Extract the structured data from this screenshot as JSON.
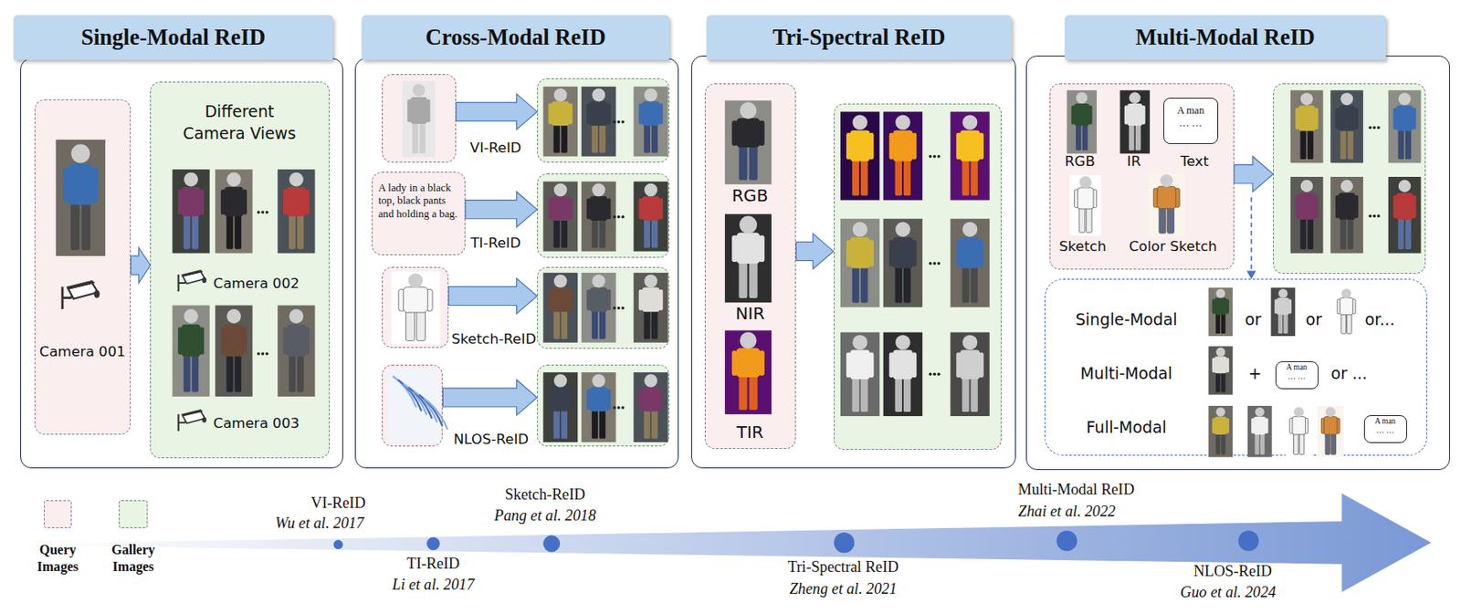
{
  "diagram": {
    "nodes": [
      {
        "text": [
          "Single-Modal ReID"
        ]
      },
      {
        "text": [
          "Camera 001"
        ],
        "in": 0
      },
      {
        "text": [
          "Different Camera Views",
          "Camera 002",
          "Camera 003"
        ],
        "in": 0
      },
      {
        "text": [
          "Cross-Modal ReID"
        ]
      },
      {
        "text": [],
        "in": 3
      },
      {
        "text": [],
        "in": 3
      },
      {
        "text": [
          "A lady in a black top, black pants and holding a bag."
        ],
        "in": 3
      },
      {
        "text": [],
        "in": 3
      },
      {
        "text": [],
        "in": 3
      },
      {
        "text": [],
        "in": 3
      },
      {
        "text": [],
        "in": 3
      },
      {
        "text": [],
        "in": 3
      },
      {
        "text": [
          "Tri-Spectral ReID"
        ]
      },
      {
        "text": [
          "RGB",
          "NIR",
          "TIR"
        ],
        "in": 12
      },
      {
        "text": [],
        "in": 12
      },
      {
        "text": [
          "Multi-Modal ReID"
        ]
      },
      {
        "text": [
          "RGB",
          "IR",
          "Text",
          "Sketch",
          "Color Sketch"
        ],
        "in": 15
      },
      {
        "text": [
          "A man … …"
        ],
        "in": 16
      },
      {
        "text": [],
        "in": 15
      },
      {
        "text": [
          "Single-Modal",
          "or",
          "or",
          "or...",
          "Multi-Modal",
          "+",
          "or ...",
          "Full-Modal"
        ],
        "in": 15
      },
      {
        "text": [
          "A man … …"
        ],
        "in": 19
      },
      {
        "text": [
          "A man … …"
        ],
        "in": 19
      }
    ],
    "edges": [
      {
        "from": 1,
        "to": 2,
        "arrow": "to"
      },
      {
        "from": 4,
        "to": 5,
        "label": "VI-ReID",
        "arrow": "to"
      },
      {
        "from": 6,
        "to": 7,
        "label": "TI-ReID",
        "arrow": "to"
      },
      {
        "from": 8,
        "to": 9,
        "label": "Sketch-ReID",
        "arrow": "to"
      },
      {
        "from": 10,
        "to": 11,
        "label": "NLOS-ReID",
        "arrow": "to"
      },
      {
        "from": 13,
        "to": 14,
        "arrow": "to"
      },
      {
        "from": 16,
        "to": 18,
        "arrow": "to"
      }
    ],
    "labels": [
      "VI-ReID",
      "Wu et al. 2017",
      "TI-ReID",
      "Li et al. 2017",
      "Sketch-ReID",
      "Pang et al. 2018",
      "Tri-Spectral ReID",
      "Zheng et al. 2021",
      "Multi-Modal ReID",
      "Zhai et al. 2022",
      "NLOS-ReID",
      "Guo et al. 2024"
    ],
    "legend": [
      {
        "text": "Query Images",
        "color": "#fbeeee"
      },
      {
        "text": "Gallery Images",
        "color": "#e9f4e4"
      }
    ]
  }
}
